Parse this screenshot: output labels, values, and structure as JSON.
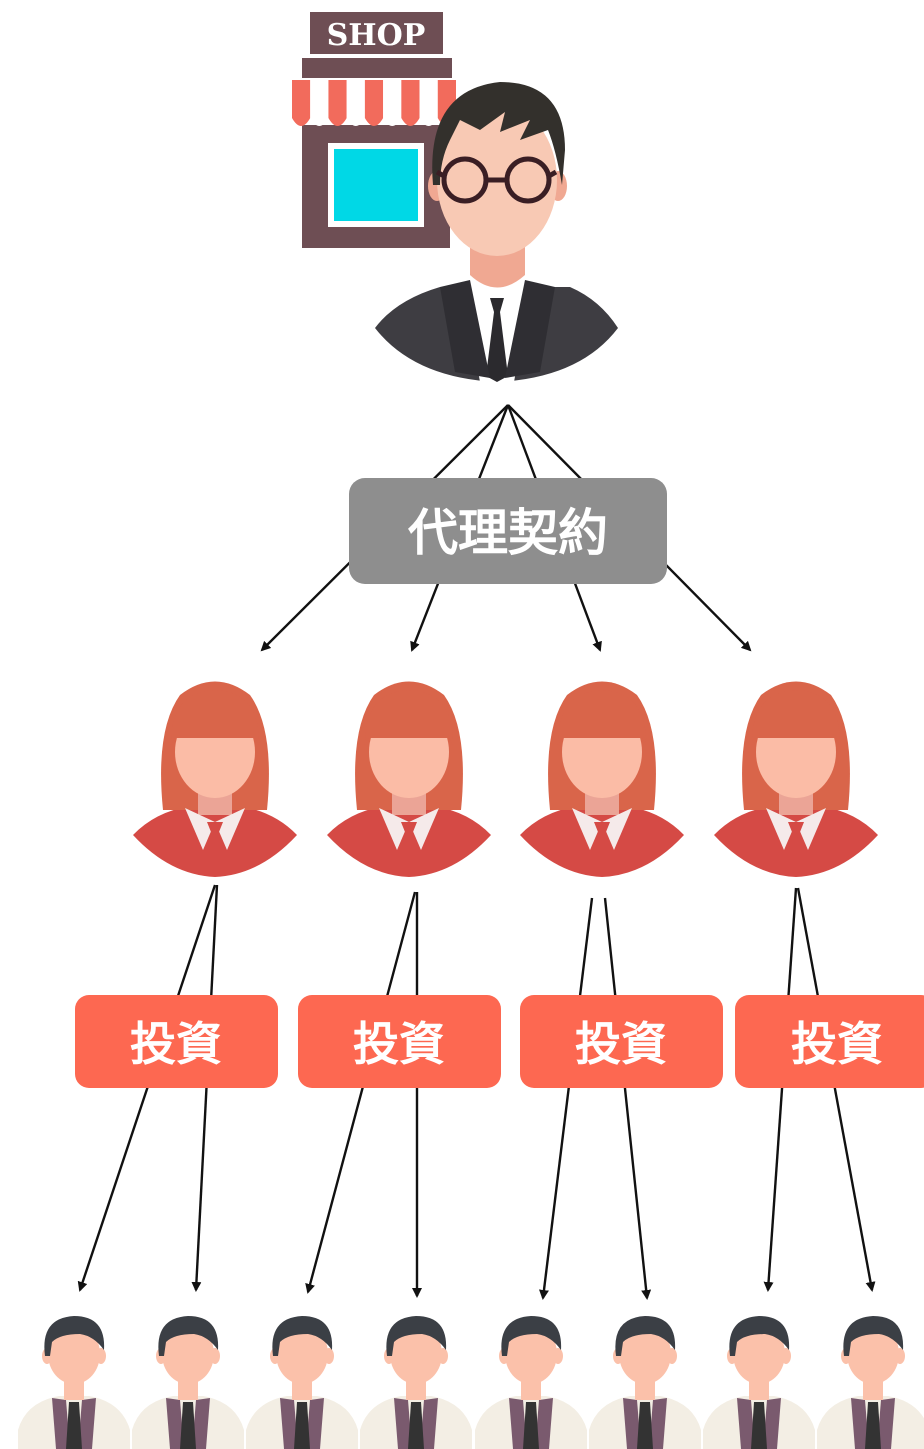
{
  "shop": {
    "sign_text": "SHOP",
    "colors": {
      "sign": "#6e4e54",
      "wall": "#6e4e54",
      "window": "#00d8e6",
      "awning_red": "#f26b5c",
      "awning_white": "#ffffff"
    }
  },
  "owner": {
    "icon": "businessman-with-glasses-icon",
    "colors": {
      "hair": "#33302c",
      "skin": "#f8c9b4",
      "neck": "#f0a892",
      "suit": "#3e3d42",
      "shirt": "#ffffff",
      "glasses": "#3a1e24"
    }
  },
  "contract": {
    "label": "代理契約",
    "color": "#8e8e8e"
  },
  "agents": {
    "icon": "woman-agent-icon",
    "count": 4,
    "colors": {
      "hair": "#d9654a",
      "skin": "#fbbca6",
      "neck": "#eba496",
      "top": "#d54a45",
      "collar": "#f5eaea"
    }
  },
  "investment": {
    "label": "投資",
    "color": "#fd6851",
    "boxes": [
      "投資",
      "投資",
      "投資",
      "投資"
    ]
  },
  "investors": {
    "icon": "man-investor-icon",
    "count": 8,
    "colors": {
      "hair": "#3b3f45",
      "skin": "#fbc1aa",
      "shirt": "#f3eee4",
      "tie": "#333333",
      "vest": "#7a5a6e"
    }
  },
  "arrow_color": "#111111"
}
